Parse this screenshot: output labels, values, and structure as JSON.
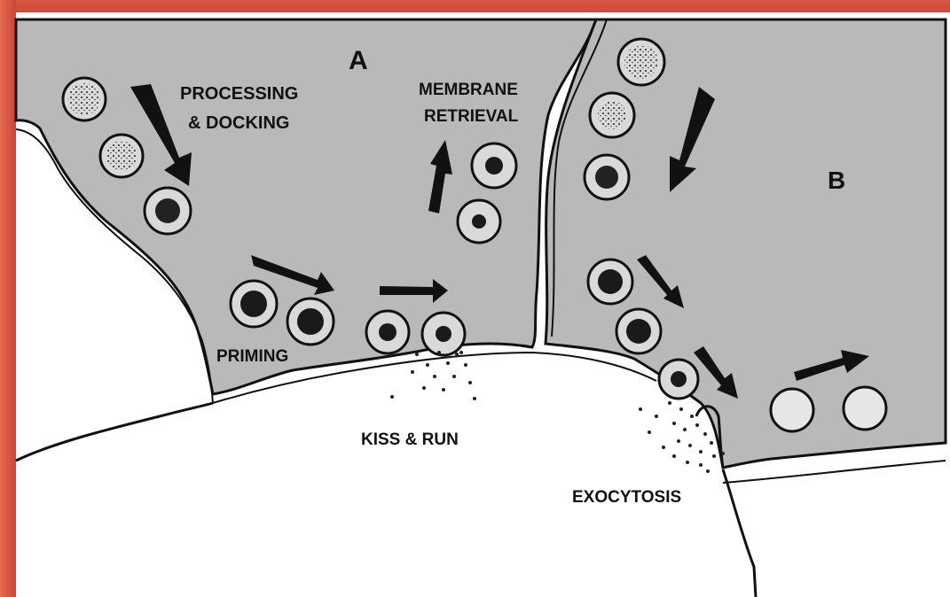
{
  "labels": {
    "panel_a": "A",
    "panel_b": "B",
    "processing": "PROCESSING",
    "docking": "& DOCKING",
    "membrane": "MEMBRANE",
    "retrieval": "RETRIEVAL",
    "priming": "PRIMING",
    "kiss_run": "KISS & RUN",
    "exocytosis": "EXOCYTOSIS"
  },
  "colors": {
    "cell_fill": "#b9b9b9",
    "outline": "#111111",
    "frame_accent": "#cf4b3f",
    "vesicle_fill": "#d9d9d9",
    "empty_vesicle_fill": "#e6e6e6"
  }
}
